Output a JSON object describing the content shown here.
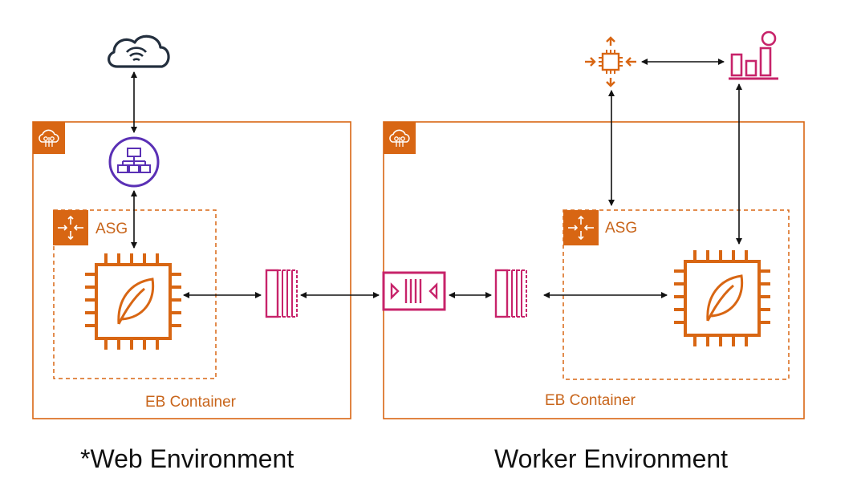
{
  "colors": {
    "orange": "#d86613",
    "orange_text": "#c8651b",
    "pink": "#c7236a",
    "purple": "#5a30b5",
    "dark": "#232f3e",
    "line": "#111111"
  },
  "web_environment": {
    "label": "*Web Environment",
    "container_label": "EB Container",
    "asg_label": "ASG",
    "icons": [
      "eb-cloud-icon",
      "internet-cloud-icon",
      "load-balancer-icon",
      "asg-icon",
      "ec2-instance-icon",
      "message-queue-icon"
    ]
  },
  "worker_environment": {
    "label": "Worker Environment",
    "container_label": "EB Container",
    "asg_label": "ASG",
    "icons": [
      "eb-cloud-icon",
      "autoscaling-instance-icon",
      "cloudwatch-metrics-icon",
      "asg-icon",
      "ec2-instance-icon",
      "message-queue-icon"
    ]
  },
  "shared": {
    "icons": [
      "sqs-queue-icon"
    ]
  }
}
